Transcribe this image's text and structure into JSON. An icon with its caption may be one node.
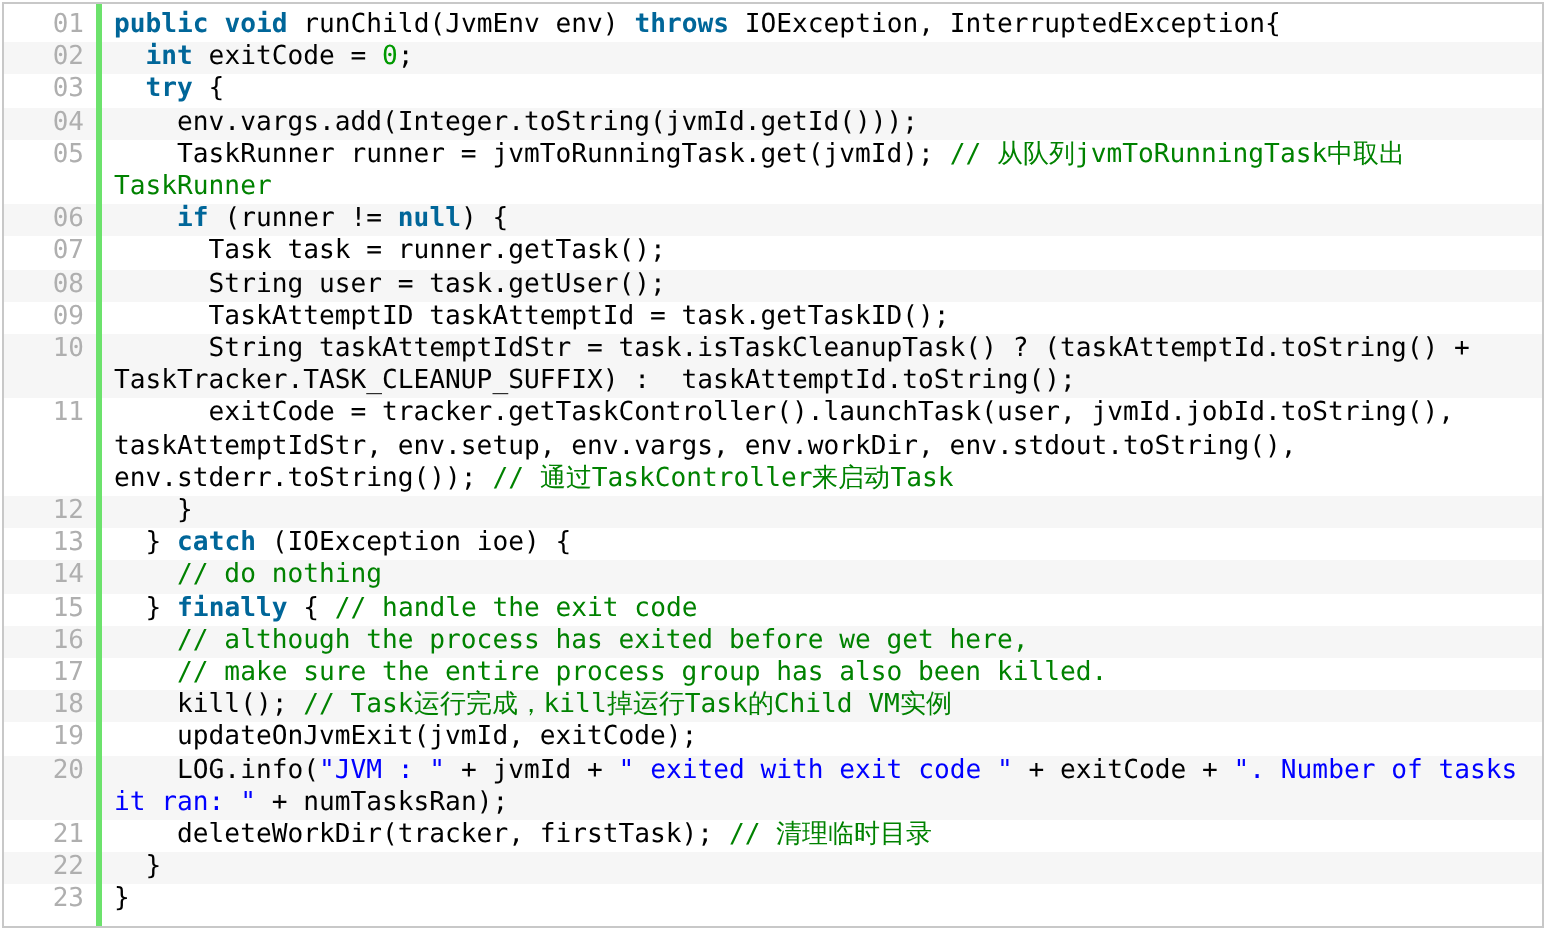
{
  "diagram": {
    "labels": [
      "01",
      "**public** **void** runChild(JvmEnv env) **throws** IOException, InterruptedException{",
      "02",
      "**int** exitCode =",
      "0",
      ";",
      "03",
      "**try** {",
      "04",
      "env.vargs.add(Integer.toString(jvmId.getId()));",
      "05",
      "TaskRunner runner = jvmToRunningTask.get(jvmId);",
      "// 从队列jvmToRunningTask中取出 TaskRunner",
      "06",
      "**if** (runner != **null**) {",
      "07",
      "Task task = runner.getTask();",
      "08",
      "String user = task.getUser();",
      "09",
      "TaskAttemptID taskAttemptId = task.getTaskID();",
      "10",
      "String taskAttemptIdStr = task.isTaskCleanupTask() ? (taskAttemptId.toString() + TaskTracker.TASK_CLEANUP_SUFFIX) :  taskAttemptId.toString();",
      "11",
      "exitCode = tracker.getTaskController().launchTask(user, jvmId.jobId.toString(), taskAttemptIdStr, env.setup, env.vargs, env.workDir, env.stdout.toString(), env.stderr.toString());",
      "// 通过TaskController来启动Task",
      "12",
      "}",
      "13",
      "} **catch** (IOException ioe) {",
      "14",
      "// do nothing",
      "15",
      "} **finally** {",
      "// handle the exit code",
      "16",
      "// although the process has exited before we get here,",
      "17",
      "// make sure the entire process group has also been killed.",
      "18",
      "kill();",
      "// Task运行完成，kill掉运行Task的Child VM实例",
      "19",
      "updateOnJvmExit(jvmId, exitCode);",
      "20",
      "LOG.info(",
      "\"JVM : \"",
      "+ jvmId +",
      "\" exited with exit code \"",
      "+ exitCode +",
      "\". Number of tasks it ran: \"",
      "+ numTasksRan);",
      "21",
      "deleteWorkDir(tracker, firstTask);",
      "// 清理临时目录",
      "22",
      "}",
      "23",
      "}"
    ]
  }
}
